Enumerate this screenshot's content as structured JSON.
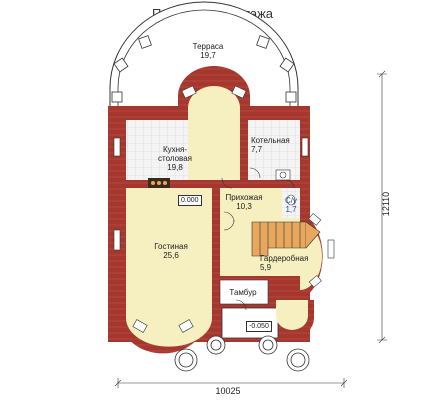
{
  "title": "План первого этажа",
  "rooms": [
    {
      "name": "Терраса",
      "area": "19,7"
    },
    {
      "name": "Кухня-\nстоловая",
      "area": "19,8"
    },
    {
      "name": "Котельная",
      "area": "7,7"
    },
    {
      "name": "Прихожая",
      "area": "10,3"
    },
    {
      "name": "С/у",
      "area": "1,7"
    },
    {
      "name": "Гостиная",
      "area": "25,6"
    },
    {
      "name": "Гардеробная",
      "area": "5,9"
    },
    {
      "name": "Тамбур",
      "area": ""
    }
  ],
  "levels": {
    "floor": "0.000",
    "entrance": "-0.050"
  },
  "dimensions": {
    "width": "10025",
    "depth": "12110"
  },
  "colors": {
    "wall": "#a5372e",
    "floor_wood": "#f6efbf",
    "tile": "#f2f2f2",
    "stair": "#e7a85e",
    "outline": "#333333"
  }
}
